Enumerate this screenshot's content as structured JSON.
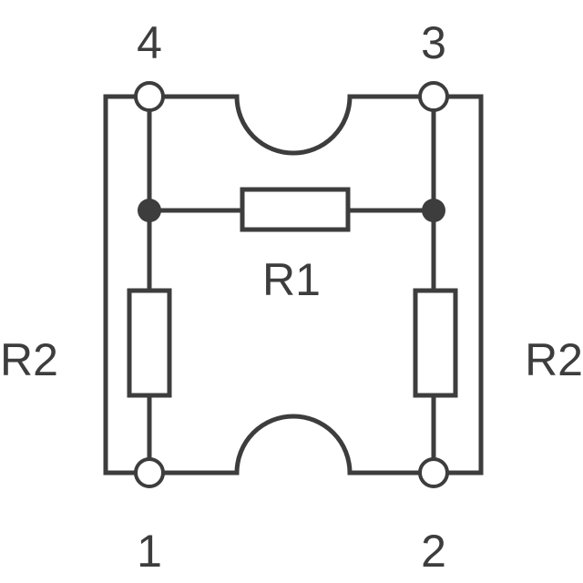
{
  "labels": {
    "pin_4": "4",
    "pin_3": "3",
    "pin_1": "1",
    "pin_2": "2",
    "r1": "R1",
    "r2_left": "R2",
    "r2_right": "R2"
  },
  "colors": {
    "line": "#3d3d3d",
    "text": "#3d3d3d",
    "background": "#ffffff"
  }
}
